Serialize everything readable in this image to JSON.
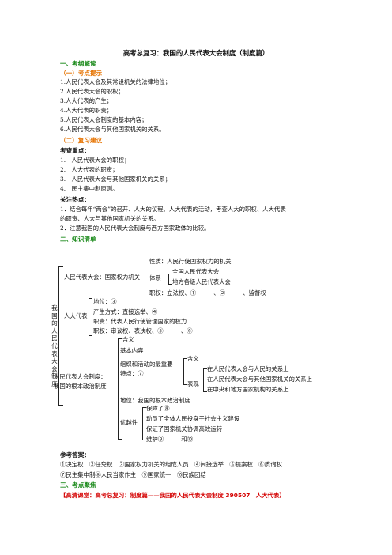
{
  "title": "高考总复习：我国的人民代表大会制度（制度篇）",
  "section1": {
    "heading": "一、考纲解读",
    "sub1": "（一）考点提示",
    "points": [
      "1.人民代表大会及其常设机关的法律地位；",
      "2.人民代表大会的职权；",
      "3.人大代表的产生；",
      "4.人大代表的职责；",
      "5.人民代表大会制度的基本内容；",
      "6.人民代表大会与其他国家机关的关系。"
    ],
    "sub2": "（二）复习建议",
    "focus_label": "考查重点：",
    "focus": [
      "1.　人民代表大会的职权；",
      "2.　人大代表的职责；",
      "3.　人民代表大会与其他国家机关的关系；",
      "4.　民主集中制原则。"
    ],
    "hot_label": "关注热点：",
    "hot": [
      "1．结合每年“两会”的召开、人大的议程、人大代表的活动，考查人大的职权、人大代表",
      "的职责、人大与其他国家机关的关系。",
      "2．注意我国的人民代表大会制度与西方国家政体的比较。"
    ]
  },
  "section2": {
    "heading": "二、知识清单",
    "root": "我国的人民代表大会制度",
    "n1": "人民代表大会：国家权力机关",
    "n1_a": "性质：人民行使国家权力的机关",
    "n1_b": "体系",
    "n1_b1": "全国人民代表大会",
    "n1_b2": "地方各级人民代表大会",
    "n1_c": "职权：立法权、①　　　、②　　　、监督权",
    "n2": "人大代表",
    "n2_a": "地位：③",
    "n2_b": "产生方式：直接选举、④",
    "n2_c": "职责：代表人民行使管理国家的权力",
    "n2_d": "职权：审议权、表决权、⑤　　　、⑥",
    "n3_line1": "人民代表大会制度：",
    "n3_line2": "我国的根本政治制度",
    "n3_a": "含义",
    "n3_b": "基本内容",
    "n3_c1": "组织和活动的最重要",
    "n3_c2": "特点：⑦",
    "n3_c_mean": "含义",
    "n3_c_show": "表现",
    "n3_c_s1": "在人民代表大会与人民的关系上",
    "n3_c_s2": "在人民代表大会与其他国家机关的关系上",
    "n3_c_s3": "在中央和地方国家机构的关系上",
    "n3_d": "地位：我国的根本政治制度",
    "n3_e": "优越性",
    "n3_e1": "保障了⑧",
    "n3_e2": "动员了全体人民投身于社会主义建设",
    "n3_e3": "保证了国家机关协调高效运转",
    "n3_e4": "维护⑨　　　和⑩"
  },
  "answers": {
    "label": "参考答案：",
    "line1": "①决定权　②任免权　③国家权力机关的组成人员　④间接选举　⑤提案权　⑥质询权",
    "line2": "⑦民主集中制⑧人民当家作主　⑨国家统一　⑩民族团结"
  },
  "section3": {
    "heading": "三、考点聚焦",
    "link": "【高清课堂：高考总复习：制度篇——我国的人民代表大会制度 390507　人大代表】"
  }
}
